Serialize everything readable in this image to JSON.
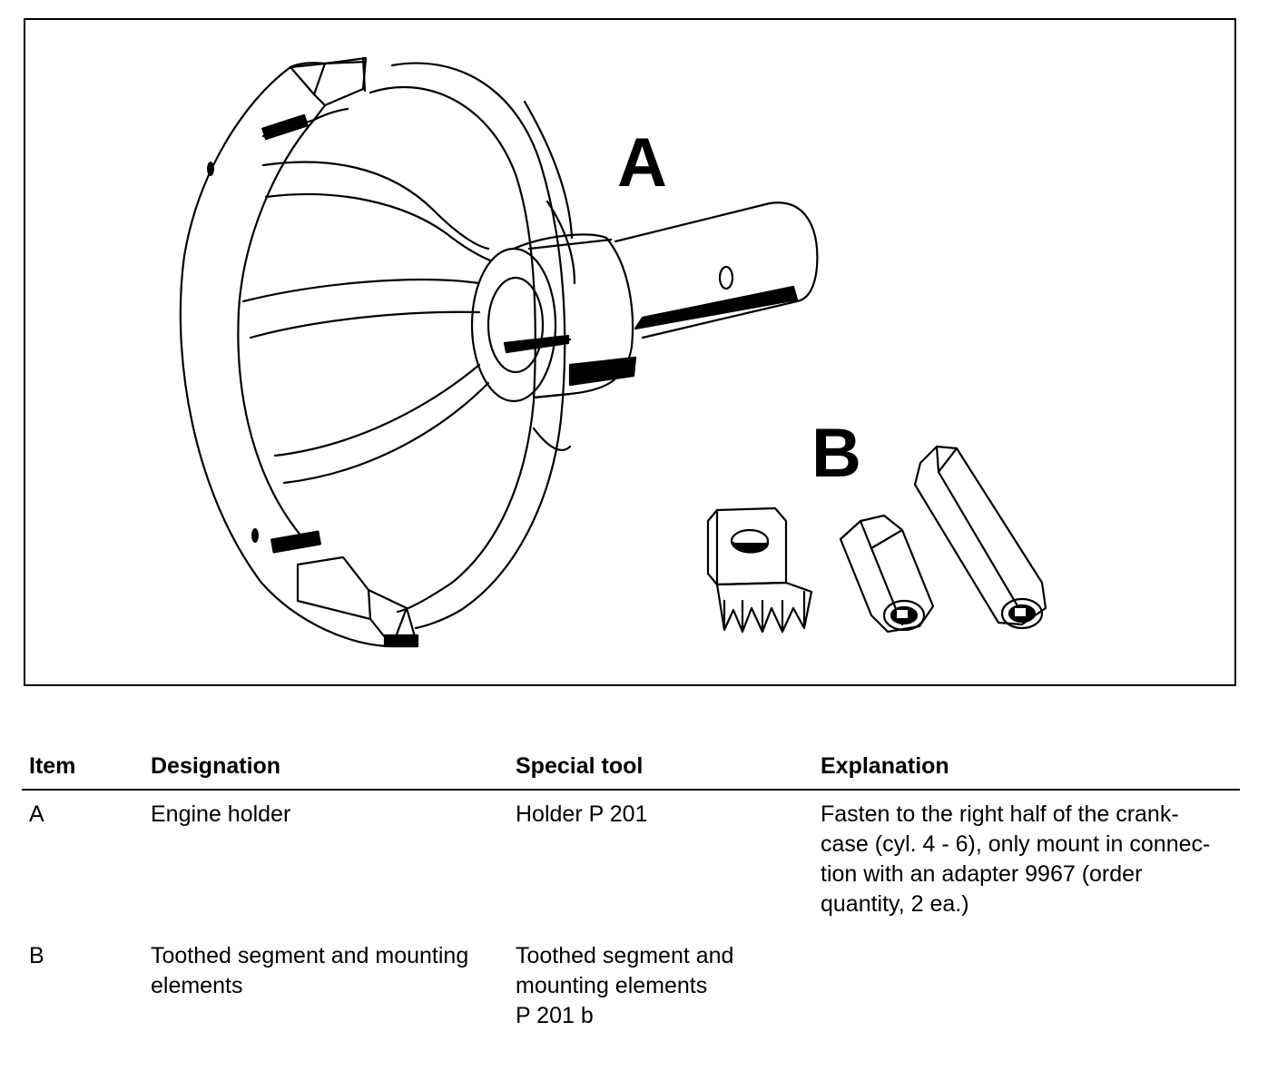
{
  "figure": {
    "callouts": [
      "A",
      "B"
    ]
  },
  "table": {
    "headers": [
      "Item",
      "Designation",
      "Special tool",
      "Explanation"
    ],
    "rows": [
      {
        "item": "A",
        "designation": [
          "Engine holder"
        ],
        "special_tool": [
          "Holder P 201"
        ],
        "explanation": [
          "Fasten to the right half of the crank-",
          "case (cyl. 4 - 6), only mount in connec-",
          "tion with an adapter 9967 (order",
          "quantity, 2 ea.)"
        ]
      },
      {
        "item": "B",
        "designation": [
          "Toothed segment and mounting",
          "elements"
        ],
        "special_tool": [
          "Toothed segment and",
          "mounting elements",
          "P 201 b"
        ],
        "explanation": []
      }
    ]
  }
}
